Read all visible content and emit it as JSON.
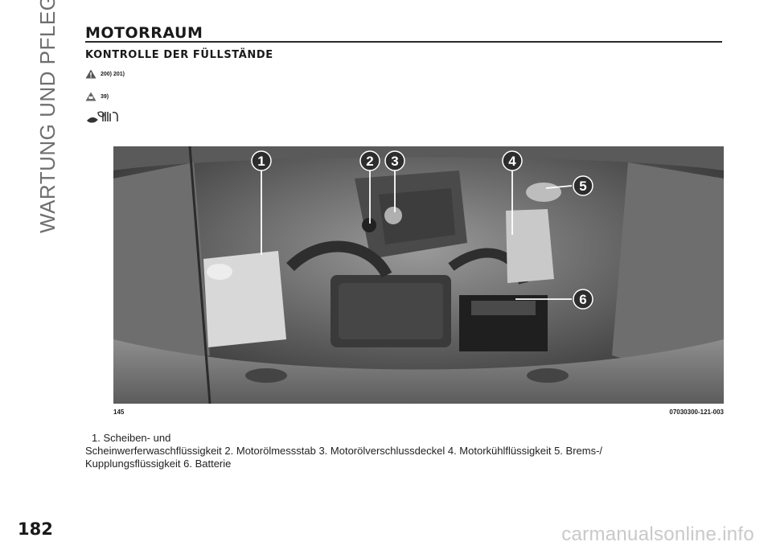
{
  "side_title": "WARTUNG UND PFLEGE",
  "heading": "MOTORRAUM",
  "subheading": "KONTROLLE DER FÜLLSTÄNDE",
  "warnings": [
    {
      "icon": "warning-triangle-icon",
      "refs": "200) 201)"
    },
    {
      "icon": "caution-triangle-icon",
      "refs": "39)"
    }
  ],
  "eco_icon": "eco-hand-leaf-icon",
  "figure": {
    "id": "145",
    "code": "07030300-121-003",
    "callouts": [
      "1",
      "2",
      "3",
      "4",
      "5",
      "6"
    ]
  },
  "caption": {
    "line1": "1. Scheiben- und",
    "line2": "Scheinwerferwaschflüssigkeit 2. Motorölmessstab 3. Motorölverschlussdeckel 4. Motorkühlflüssigkeit 5. Brems-/",
    "line3": "Kupplungsflüssigkeit 6. Batterie"
  },
  "page_number": "182",
  "watermark": "carmanualsonline.info"
}
